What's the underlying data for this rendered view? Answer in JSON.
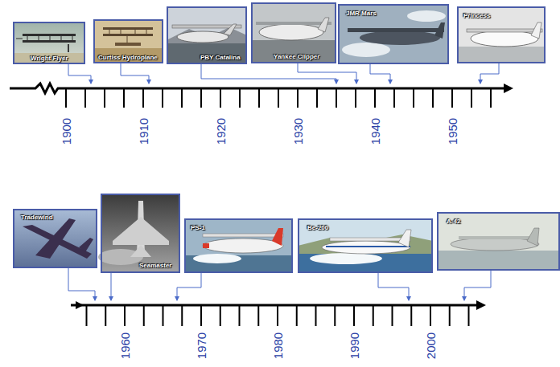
{
  "diagram": {
    "nodes": [
      {
        "text": [
          "Wright Flyer"
        ]
      },
      {
        "text": [
          "Curtiss Hydroplane"
        ]
      },
      {
        "text": [
          "PBY Catalina"
        ]
      },
      {
        "text": [
          "Yankee Clipper"
        ]
      },
      {
        "text": [
          "JMR Mars"
        ]
      },
      {
        "text": [
          "Princess"
        ]
      },
      {
        "text": [
          "Tradewind"
        ]
      },
      {
        "text": [
          "Seamaster"
        ]
      },
      {
        "text": [
          "PS-1"
        ]
      },
      {
        "text": [
          "Be-200"
        ]
      },
      {
        "text": [
          "A-42"
        ]
      }
    ],
    "labels": [
      "1900",
      "1910",
      "1920",
      "1930",
      "1940",
      "1950",
      "1960",
      "1970",
      "1980",
      "1990",
      "2000"
    ]
  }
}
